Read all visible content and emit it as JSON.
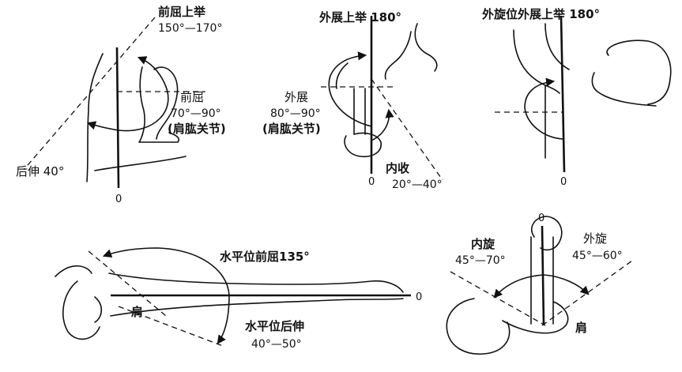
{
  "panels": {
    "flexion": {
      "title": "前屈上举",
      "title_range": "150°—170°",
      "flexion_label": "前屈",
      "flexion_range": "70°—90°",
      "joint_note": "(肩肱关节)",
      "extension_label": "后伸 40°",
      "zero": "0"
    },
    "abduction": {
      "title": "外展上举 180°",
      "abduction_label": "外展",
      "abduction_range": "80°—90°",
      "joint_note": "(肩肱关节)",
      "adduction_label": "内收",
      "adduction_range": "20°—40°",
      "zero": "0"
    },
    "external_abduction": {
      "title": "外旋位外展上举 180°",
      "zero": "0"
    },
    "horizontal": {
      "flexion_label": "水平位前屈135°",
      "extension_label": "水平位后伸",
      "extension_range": "40°—50°",
      "shoulder_label": "肩",
      "zero": "0"
    },
    "rotation": {
      "internal_label": "内旋",
      "internal_range": "45°—70°",
      "external_label": "外旋",
      "external_range": "45°—60°",
      "shoulder_label": "肩",
      "zero": "0"
    }
  }
}
